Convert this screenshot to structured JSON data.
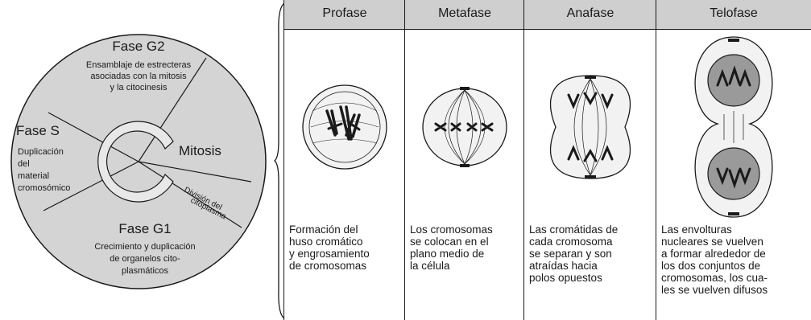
{
  "cycle": {
    "g2": {
      "title": "Fase G2",
      "lines": [
        "Ensamblaje de estrecteras",
        "asociadas con la mitosis",
        "y la citocinesis"
      ]
    },
    "s": {
      "title": "Fase S",
      "lines": [
        "Duplicación",
        "del",
        "material",
        "cromosómico"
      ]
    },
    "g1": {
      "title": "Fase G1",
      "lines": [
        "Crecimiento y duplicación",
        "de organelos cito-",
        "plasmáticos"
      ]
    },
    "mitosis": "Mitosis",
    "cytokinesis": [
      "División del",
      "citoplasma"
    ]
  },
  "phases": [
    {
      "name": "Profase",
      "text": "Formación del\nhuso cromático\ny engrosamiento\nde cromosomas"
    },
    {
      "name": "Metafase",
      "text": "Los cromosomas\nse colocan en el\nplano medio de\nla célula"
    },
    {
      "name": "Anafase",
      "text": "Las cromátidas de\ncada cromosoma\nse separan y son\natraídas hacia\npolos opuestos"
    },
    {
      "name": "Telofase",
      "text": "Las envolturas\nnucleares se vuelven\na formar alrededor de\nlos dos conjuntos de\ncromosomas, los cua-\nles se vuelven difusos"
    }
  ],
  "colors": {
    "wheel": "#d4d4d4",
    "header": "#cfcfcf",
    "cell": "#e6e6e6",
    "ink": "#1a1a1a"
  }
}
